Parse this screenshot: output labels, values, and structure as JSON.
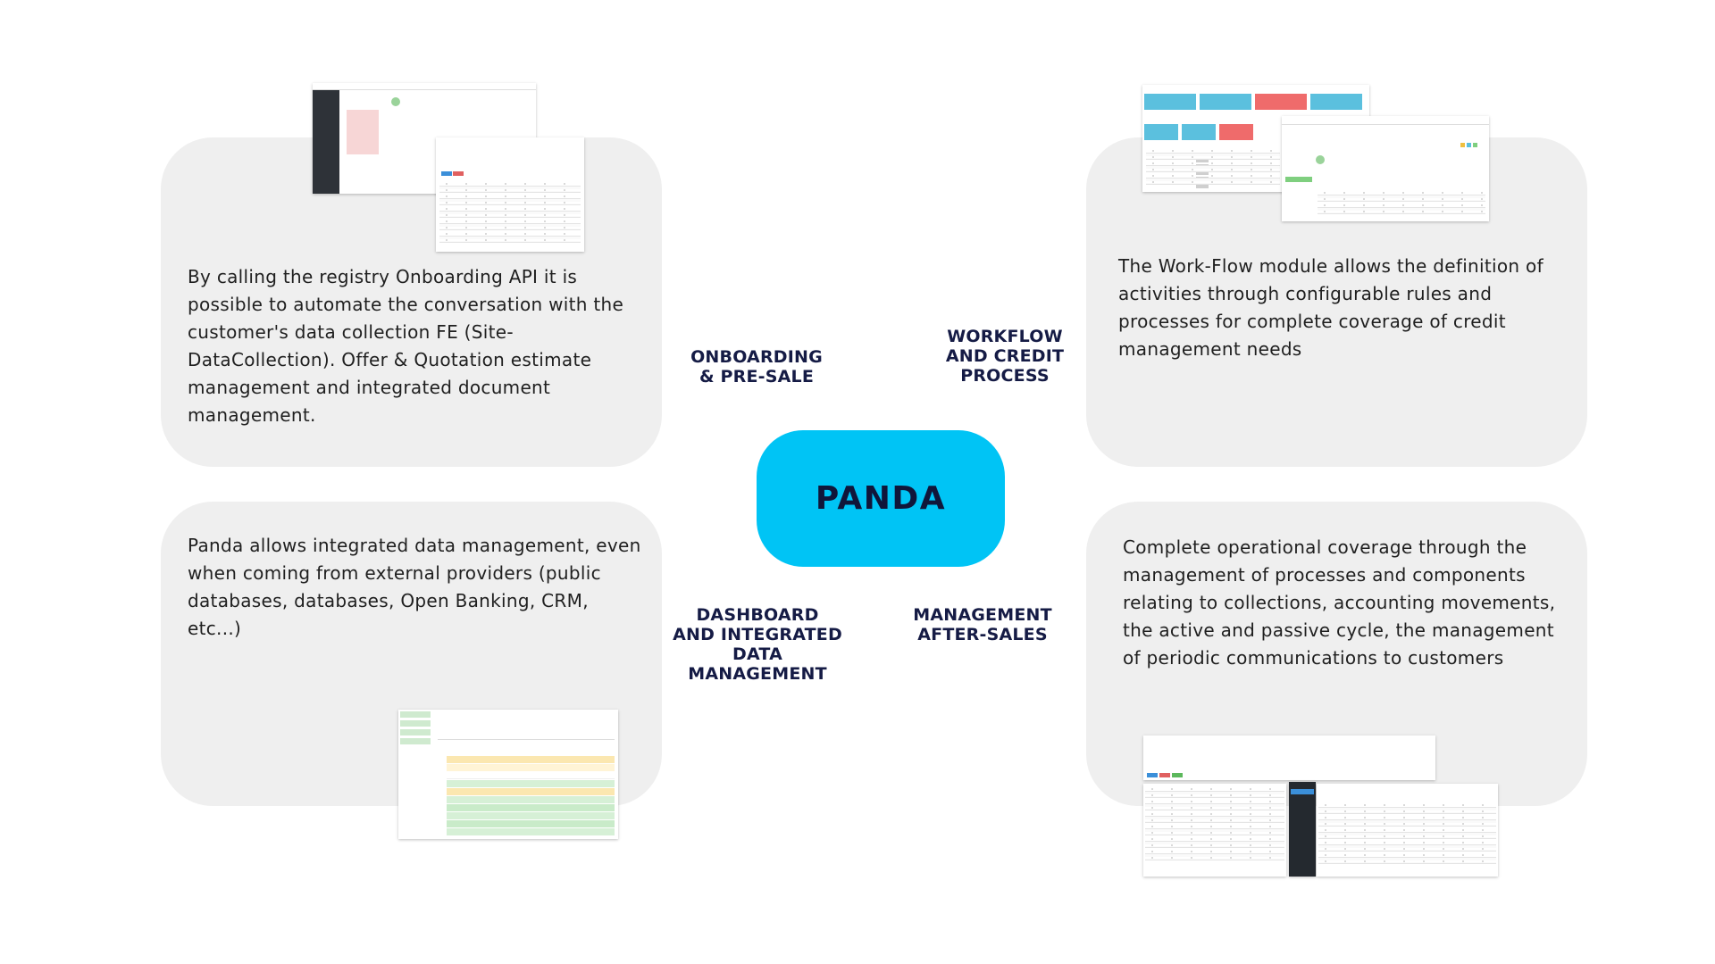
{
  "center": {
    "label": "PANDA",
    "color": "#00c4f5"
  },
  "labels": {
    "onboarding": "ONBOARDING\n& PRE-SALE",
    "workflow": "WORKFLOW\nAND CREDIT\nPROCESS",
    "dashboard": "DASHBOARD\nAND INTEGRATED\nDATA\nMANAGEMENT",
    "after_sales": "MANAGEMENT\nAFTER-SALES"
  },
  "cards": {
    "top_left": "By calling the registry Onboarding API it is possible to automate the conversation with the customer's data collection FE (Site-DataCollection). Offer & Quotation estimate management and integrated document management.",
    "top_right": "The Work-Flow module allows the definition of activities through configurable rules and processes for complete coverage of credit management needs",
    "bottom_left": "Panda allows integrated data management, even when coming from external providers (public databases, databases, Open Banking, CRM, etc...)",
    "bottom_right": "Complete operational coverage through the management of processes and components relating to collections, accounting movements, the active and passive cycle, the management of periodic communications to customers"
  },
  "colors": {
    "card_background": "#efefef",
    "label_text": "#151b45",
    "tile_blue": "#5bc0de",
    "tile_red": "#ef6b6b"
  }
}
